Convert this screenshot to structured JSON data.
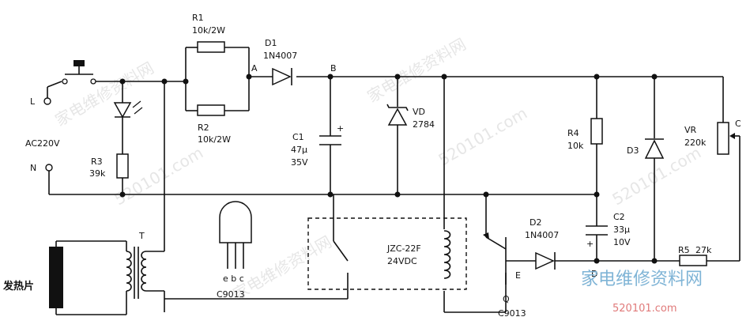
{
  "labels": {
    "l": "L",
    "n": "N",
    "ac": "AC220V",
    "r1": "R1",
    "r1_val": "10k/2W",
    "r2": "R2",
    "r2_val": "10k/2W",
    "d1": "D1",
    "d1_val": "1N4007",
    "a": "A",
    "b": "B",
    "c1": "C1",
    "c1_val": "47μ",
    "c1_v": "35V",
    "vd": "VD",
    "vd_val": "2784",
    "r3": "R3",
    "r3_val": "39k",
    "t": "T",
    "heater": "发热片",
    "transistor_pins": "e b c",
    "transistor_name": "C9013",
    "relay_model": "JZC-22F",
    "relay_voltage": "24VDC",
    "r4": "R4",
    "r4_val": "10k",
    "c2": "C2",
    "c2_val": "33μ",
    "c2_v": "10V",
    "d2": "D2",
    "d2_val": "1N4007",
    "d": "D",
    "e": "E",
    "q": "Q",
    "q_val": "C9013",
    "d3": "D3",
    "vr": "VR",
    "vr_val": "220k",
    "c": "C",
    "r5": "R5",
    "r5_val": "27k",
    "plus": "+"
  },
  "watermarks": {
    "site_cn": "家电维修资料网",
    "site_url": "520101.com"
  }
}
